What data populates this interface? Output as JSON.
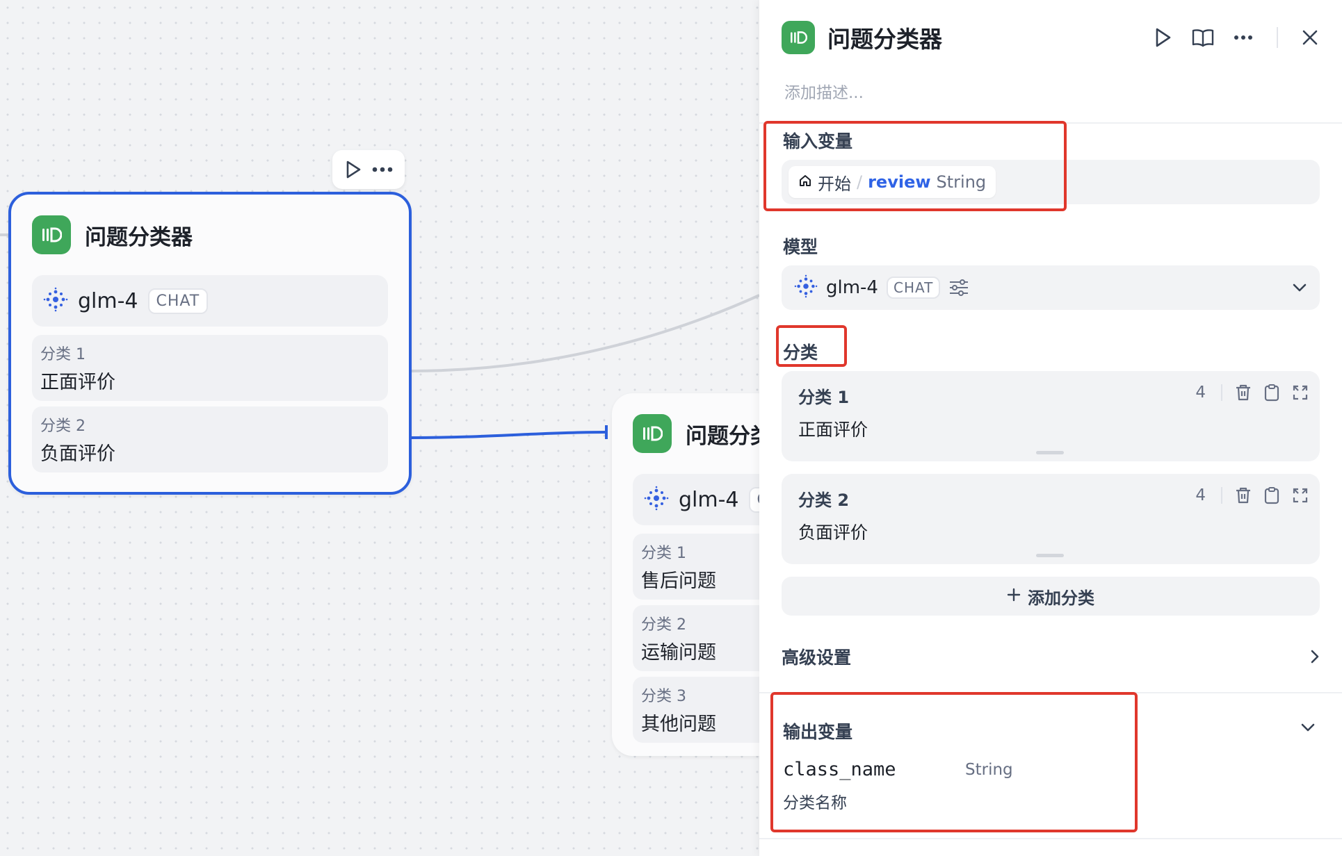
{
  "canvas": {
    "node_a": {
      "title": "问题分类器",
      "model": {
        "name": "glm-4",
        "tag": "CHAT"
      },
      "classes": [
        {
          "label": "分类 1",
          "text": "正面评价"
        },
        {
          "label": "分类 2",
          "text": "负面评价"
        }
      ]
    },
    "node_b": {
      "title": "问题分类器",
      "model": {
        "name": "glm-4",
        "tag": "CHAT"
      },
      "classes": [
        {
          "label": "分类 1",
          "text": "售后问题"
        },
        {
          "label": "分类 2",
          "text": "运输问题"
        },
        {
          "label": "分类 3",
          "text": "其他问题"
        }
      ]
    },
    "toolbar_icons": [
      "play-icon",
      "more-icon"
    ]
  },
  "panel": {
    "title": "问题分类器",
    "description_placeholder": "添加描述...",
    "header_icons": [
      "play-icon",
      "book-icon",
      "more-icon",
      "close-icon"
    ],
    "input_section": {
      "title": "输入变量",
      "variable": {
        "node": "开始",
        "separator": "/",
        "name": "review",
        "type": "String"
      }
    },
    "model_section": {
      "title": "模型",
      "model": {
        "name": "glm-4",
        "tag": "CHAT"
      }
    },
    "class_section": {
      "title": "分类",
      "classes": [
        {
          "label": "分类 1",
          "text": "正面评价",
          "count": "4"
        },
        {
          "label": "分类 2",
          "text": "负面评价",
          "count": "4"
        }
      ],
      "add_label": "添加分类"
    },
    "advanced": {
      "title": "高级设置"
    },
    "output_section": {
      "title": "输出变量",
      "variable": {
        "name": "class_name",
        "type": "String",
        "description": "分类名称"
      }
    }
  },
  "colors": {
    "accent_blue": "#2c5fdc",
    "node_icon_green": "#3fa75a",
    "highlight_red": "#e0372c",
    "variable_blue": "#2f63e6"
  }
}
